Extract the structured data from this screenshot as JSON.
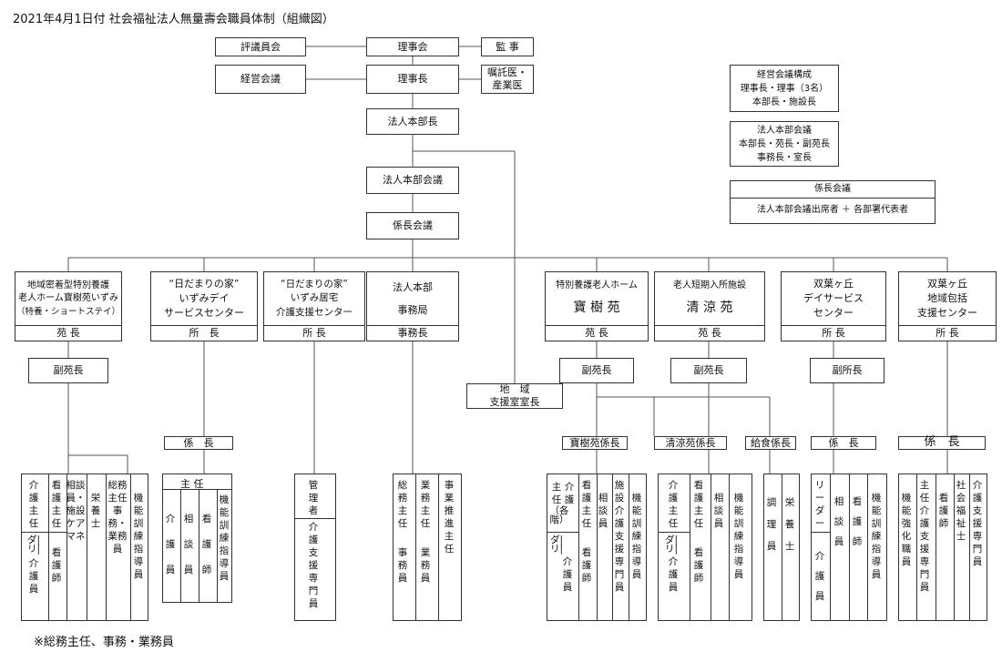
{
  "title": "2021年4月1日付  社会福祉法人無量壽会職員体制（組織図）",
  "footnote": "※総務主任、事務・業務員",
  "top": {
    "hyogiin": "評議員会",
    "rijikai": "理事会",
    "kanji": "監 事",
    "keiei": "経営会議",
    "rijicho": "理事長",
    "shokuiI": "嘱託医・",
    "shokuiII": "産業医",
    "honbucho": "法人本部長",
    "honbukaigi": "法人本部会議",
    "kakaricho_kaigi": "係長会議"
  },
  "info": {
    "keiei_title": "経営会議構成",
    "keiei_l1": "理事長・理事（3名）",
    "keiei_l2": "本部長・施設長",
    "honbu_title": "法人本部会議",
    "honbu_l1": "本部長・苑長・副苑長",
    "honbu_l2": "事務長・室長",
    "kakari_title": "係長会議",
    "kakari_l1": "法人本部会議出席者 ＋ 各部署代表者"
  },
  "facilities": {
    "f1": {
      "l1": "地域密着型特別養護",
      "l2": "老人ホーム寶樹苑いずみ",
      "l3": "（特養・ショートステイ）",
      "head": "苑 長"
    },
    "f2": {
      "l1": "“日だまりの家”",
      "l2": "いずみデイ",
      "l3": "サービスセンター",
      "head": "所　長"
    },
    "f3": {
      "l1": "“日だまりの家”",
      "l2": "いずみ居宅",
      "l3": "介護支援センター",
      "head": "所 長"
    },
    "f4": {
      "l1": "法人本部",
      "l2": "事務局",
      "head": "事務長"
    },
    "f5": {
      "l1": "特別養護老人ホーム",
      "l2": "寶 樹 苑",
      "head": "苑 長"
    },
    "f6": {
      "l1": "老人短期入所施設",
      "l2": "清 涼 苑",
      "head": "苑 長"
    },
    "f7": {
      "l1": "双葉ヶ丘",
      "l2": "デイサービス",
      "l3": "センター",
      "head": "所 長"
    },
    "f8": {
      "l1": "双葉ヶ丘",
      "l2": "地域包括",
      "l3": "支援センター",
      "head": "所 長"
    }
  },
  "mid": {
    "fukuencho1": "副苑長",
    "chiiki_l1": "地　域",
    "chiiki_l2": "支援室室長",
    "fukuencho5": "副苑長",
    "fukuencho6": "副苑長",
    "fukushocho7": "副所長"
  },
  "kakari": {
    "k2": "係　長",
    "k5": "寶樹苑係長",
    "k6": "清涼苑係長",
    "k6b": "給食係長",
    "k7": "係　長",
    "k8": "係　長"
  },
  "shunin2": "主 任",
  "staff": {
    "c1a": "介護主任",
    "c1a_sub": "ダ|リ|",
    "c1a_low": "介護員",
    "c1b": "看護主任",
    "c1b_low": "看護師",
    "c1c": "相談員・施設ケアマネ",
    "c1d": "栄養士",
    "c1e": "総務主任事務・業務員",
    "c1f": "機能訓練指導員",
    "c2a": "介護員",
    "c2b": "相談員",
    "c2c": "看護師",
    "c2d": "機能訓練指導員",
    "c3a": "管理者",
    "c3b": "介護支援専門員",
    "c4a": "総務主任",
    "c4a_low": "事務員",
    "c4b": "業務主任",
    "c4b_low": "業務員",
    "c4c": "事業推進主任",
    "c5a": "主任",
    "c5a2": "介護",
    "c5a_sub": "（各階）",
    "c5a_sub2": "ダ|リ|",
    "c5a_low": "介護員",
    "c5b": "看護主任",
    "c5b_low": "看護師",
    "c5c": "相談員",
    "c5d": "施設介護支援専門員",
    "c5e": "機能訓練指導員",
    "c6a": "介護主任",
    "c6a_sub": "ダ|リ|",
    "c6a_low": "介護員",
    "c6b": "看護主任",
    "c6b_low": "看護師",
    "c6c": "相談員",
    "c6d": "機能訓練指導員",
    "c6e": "調理員",
    "c6f": "栄養士",
    "c7a": "リーダー",
    "c7a_low": "介護員",
    "c7b": "相談員",
    "c7c": "看護師",
    "c7d": "機能訓練指導員",
    "c8a": "機能強化職員",
    "c8b": "主任介護支援専門員",
    "c8c": "看護師",
    "c8d": "社会福祉士",
    "c8e": "介護支援専門員"
  }
}
